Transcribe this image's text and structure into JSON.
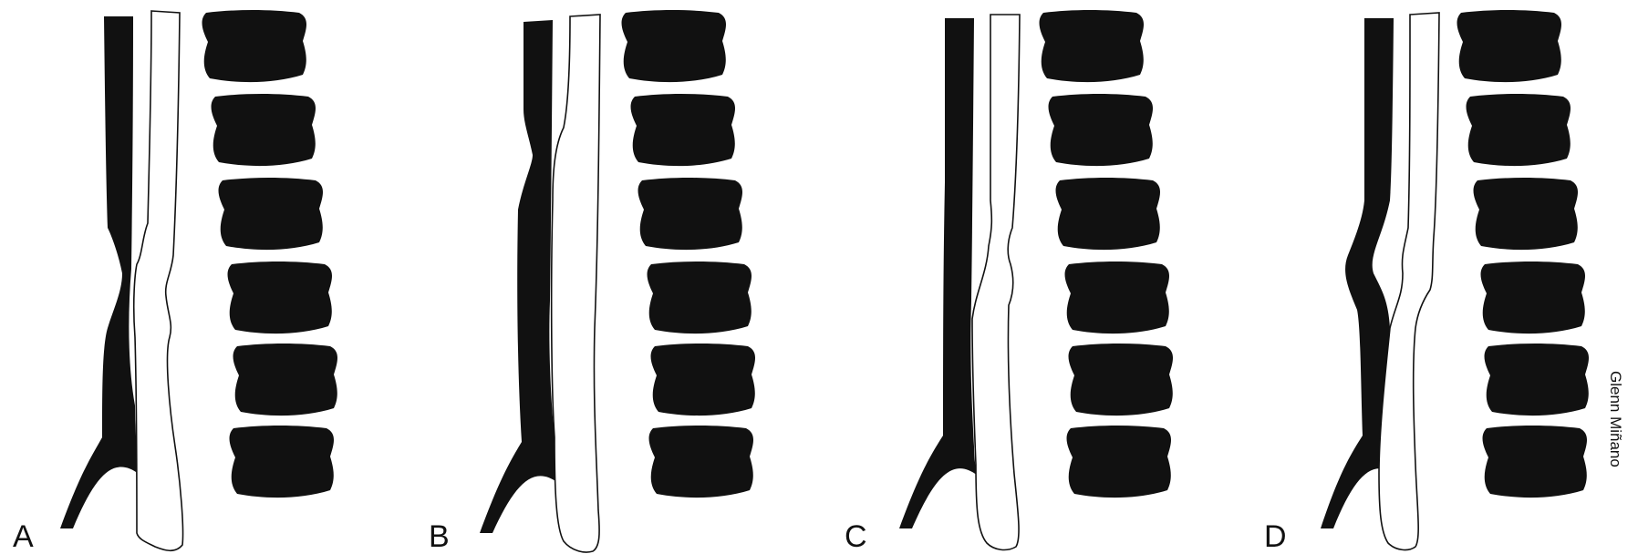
{
  "colors": {
    "ink": "#111111",
    "background": "#ffffff"
  },
  "panels": [
    {
      "label": "A",
      "variant": "normal-narrowing"
    },
    {
      "label": "B",
      "variant": "upper-narrowing"
    },
    {
      "label": "C",
      "variant": "lower-narrowing"
    },
    {
      "label": "D",
      "variant": "wide-compression"
    }
  ],
  "signature": "Glenn Miñano"
}
